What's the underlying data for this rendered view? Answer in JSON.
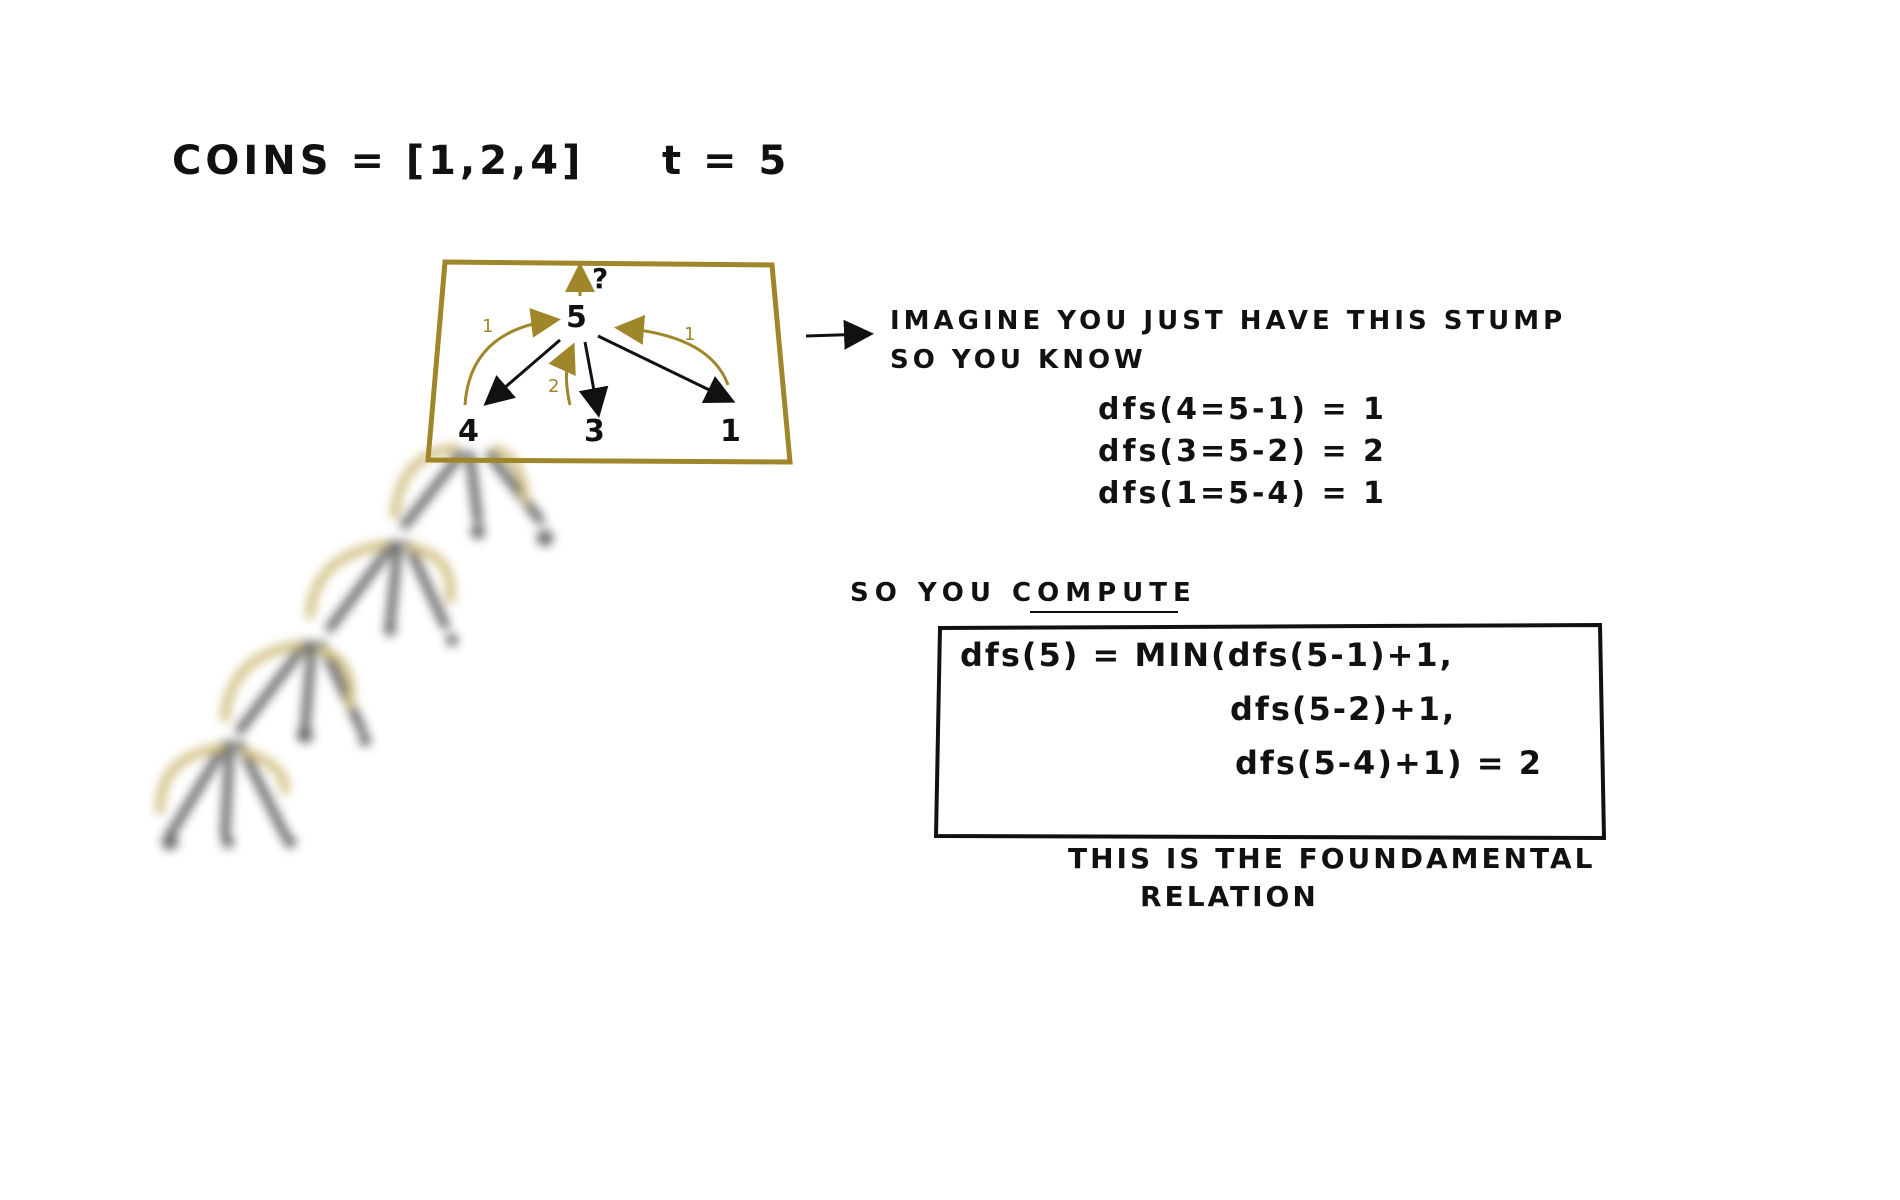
{
  "header": {
    "coins": "COINS = [1,2,4]",
    "target": "t = 5"
  },
  "stump": {
    "root": "5",
    "question": "?",
    "children": [
      "4",
      "3",
      "1"
    ],
    "edge_labels": [
      "1",
      "2",
      "1"
    ]
  },
  "note": {
    "line1": "IMAGINE YOU JUST HAVE THIS STUMP",
    "line2": "SO YOU KNOW",
    "equations": [
      "dfs(4=5-1) = 1",
      "dfs(3=5-2) = 2",
      "dfs(1=5-4) = 1"
    ]
  },
  "compute_label": "SO YOU COMPUTE",
  "relation": {
    "line1": "dfs(5) = MIN(dfs(5-1)+1,",
    "line2": "dfs(5-2)+1,",
    "line3": "dfs(5-4)+1) = 2"
  },
  "footer": {
    "line1": "THIS IS THE FOUNDAMENTAL",
    "line2": "RELATION"
  },
  "colors": {
    "ink": "#111111",
    "gold": "#a0862a",
    "background": "#ffffff"
  }
}
